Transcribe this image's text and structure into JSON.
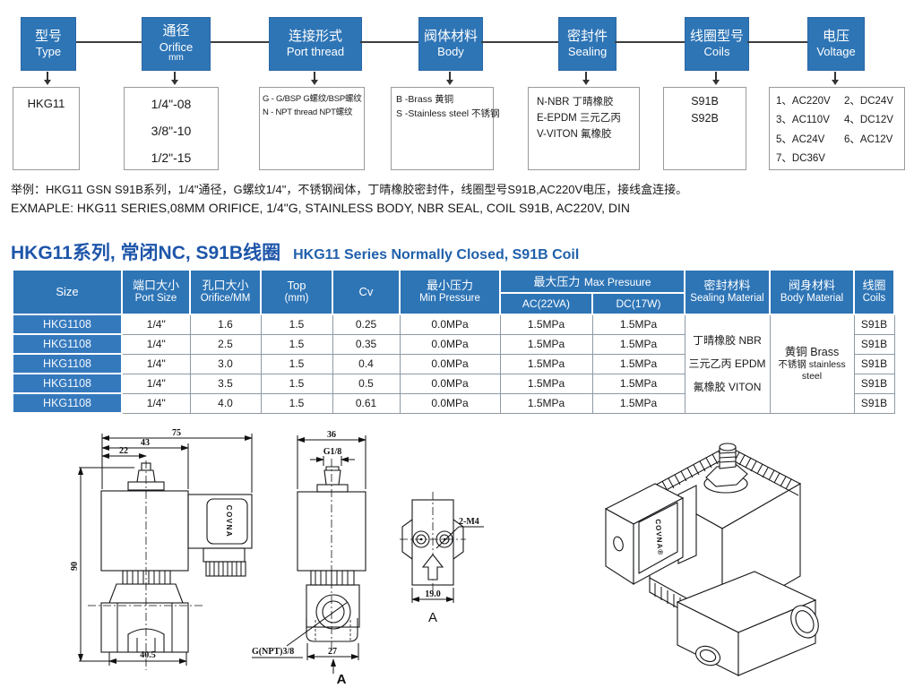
{
  "selector": {
    "columns": [
      {
        "cn": "型号",
        "en": "Type",
        "options": [
          "HKG11"
        ]
      },
      {
        "cn": "通径",
        "en": "Orifice",
        "sub": "mm",
        "options": [
          "1/4\"-08",
          "3/8\"-10",
          "1/2\"-15"
        ]
      },
      {
        "cn": "连接形式",
        "en": "Port thread",
        "options": [
          "G - G/BSP G螺纹/BSP螺纹",
          "N - NPT thread NPT螺纹"
        ]
      },
      {
        "cn": "阀体材料",
        "en": "Body",
        "options": [
          "B -Brass 黄铜",
          "S -Stainless steel 不锈钢"
        ]
      },
      {
        "cn": "密封件",
        "en": "Sealing",
        "options": [
          "N-NBR 丁晴橡胶",
          "E-EPDM 三元乙丙",
          "V-VITON 氟橡胶"
        ]
      },
      {
        "cn": "线圈型号",
        "en": "Coils",
        "options": [
          "S91B",
          "S92B"
        ]
      },
      {
        "cn": "电压",
        "en": "Voltage",
        "options": [
          "1、AC220V",
          "2、DC24V",
          "3、AC110V",
          "4、DC12V",
          "5、AC24V",
          "6、AC12V",
          "7、DC36V"
        ]
      }
    ]
  },
  "example": {
    "line1": "举例：HKG11 GSN S91B系列，1/4\"通径，G螺纹1/4\"，不锈钢阀体，丁晴橡胶密封件，线圈型号S91B,AC220V电压，接线盒连接。",
    "line2": "EXMAPLE: HKG11 SERIES,08MM ORIFICE, 1/4\"G, STAINLESS BODY, NBR SEAL, COIL S91B, AC220V, DIN"
  },
  "series_title": {
    "cn": "HKG11系列, 常闭NC, S91B线圈",
    "en": "HKG11 Series Normally Closed, S91B Coil"
  },
  "table": {
    "headers": {
      "size": "Size",
      "port_cn": "端口大小",
      "port_en": "Port Size",
      "orifice_cn": "孔口大小",
      "orifice_en": "Orifice/MM",
      "top": "Top",
      "top_sub": "(mm)",
      "cv": "Cv",
      "min_cn": "最小压力",
      "min_en": "Min Pressure",
      "max_cn": "最大压力",
      "max_en": "Max Presuure",
      "max_ac": "AC(22VA)",
      "max_dc": "DC(17W)",
      "seal_cn": "密封材料",
      "seal_en": "Sealing Material",
      "body_cn": "阀身材料",
      "body_en": "Body Material",
      "coils_cn": "线圈",
      "coils_en": "Coils"
    },
    "rows": [
      {
        "size": "HKG1108",
        "port": "1/4\"",
        "orifice": "1.6",
        "top": "1.5",
        "cv": "0.25",
        "min": "0.0MPa",
        "ac": "1.5MPa",
        "dc": "1.5MPa",
        "coil": "S91B"
      },
      {
        "size": "HKG1108",
        "port": "1/4\"",
        "orifice": "2.5",
        "top": "1.5",
        "cv": "0.35",
        "min": "0.0MPa",
        "ac": "1.5MPa",
        "dc": "1.5MPa",
        "coil": "S91B"
      },
      {
        "size": "HKG1108",
        "port": "1/4\"",
        "orifice": "3.0",
        "top": "1.5",
        "cv": "0.4",
        "min": "0.0MPa",
        "ac": "1.5MPa",
        "dc": "1.5MPa",
        "coil": "S91B"
      },
      {
        "size": "HKG1108",
        "port": "1/4\"",
        "orifice": "3.5",
        "top": "1.5",
        "cv": "0.5",
        "min": "0.0MPa",
        "ac": "1.5MPa",
        "dc": "1.5MPa",
        "coil": "S91B"
      },
      {
        "size": "HKG1108",
        "port": "1/4\"",
        "orifice": "4.0",
        "top": "1.5",
        "cv": "0.61",
        "min": "0.0MPa",
        "ac": "1.5MPa",
        "dc": "1.5MPa",
        "coil": "S91B"
      }
    ],
    "sealing_material": [
      "丁晴橡胶 NBR",
      "三元乙丙 EPDM",
      "氟橡胶 VITON"
    ],
    "body_material": [
      "黄铜 Brass",
      "不锈钢 stainless steel"
    ]
  },
  "drawings": {
    "side": {
      "total_width": "75",
      "coil_width": "43",
      "stem_offset": "22",
      "height": "90",
      "body_width": "40.5",
      "brand": "COVNA"
    },
    "port_thread_label": "G(NPT)3/8",
    "front": {
      "width": "36",
      "top_port": "G1/8",
      "body_width": "27",
      "section_arrow": "A"
    },
    "section": {
      "screws": "2-M4",
      "hole_spacing": "19.0",
      "view_label": "A"
    },
    "iso": {
      "brand": "COVNA®"
    }
  }
}
